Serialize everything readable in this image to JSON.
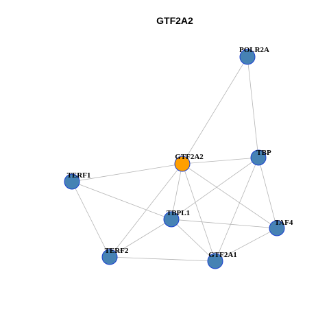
{
  "title": "GTF2A2",
  "colors": {
    "focus_fill": "#ff9f00",
    "node_fill": "#4682b4",
    "node_stroke": "#1a3fd0",
    "edge": "#b4b4b4",
    "background": "#ffffff"
  },
  "nodes": [
    {
      "id": "POLR2A",
      "label": "POLR2A",
      "focus": false
    },
    {
      "id": "GTF2A2",
      "label": "GTF2A2",
      "focus": true
    },
    {
      "id": "TBP",
      "label": "TBP",
      "focus": false
    },
    {
      "id": "TERF1",
      "label": "TERF1",
      "focus": false
    },
    {
      "id": "TBPL1",
      "label": "TBPL1",
      "focus": false
    },
    {
      "id": "TAF4",
      "label": "TAF4",
      "focus": false
    },
    {
      "id": "TERF2",
      "label": "TERF2",
      "focus": false
    },
    {
      "id": "GTF2A1",
      "label": "GTF2A1",
      "focus": false
    }
  ],
  "edges": [
    [
      "POLR2A",
      "GTF2A2"
    ],
    [
      "POLR2A",
      "TBP"
    ],
    [
      "GTF2A2",
      "TBP"
    ],
    [
      "GTF2A2",
      "TERF1"
    ],
    [
      "GTF2A2",
      "TBPL1"
    ],
    [
      "GTF2A2",
      "TAF4"
    ],
    [
      "GTF2A2",
      "TERF2"
    ],
    [
      "GTF2A2",
      "GTF2A1"
    ],
    [
      "TBP",
      "TBPL1"
    ],
    [
      "TBP",
      "TAF4"
    ],
    [
      "TBP",
      "GTF2A1"
    ],
    [
      "TERF1",
      "TBPL1"
    ],
    [
      "TERF1",
      "TERF2"
    ],
    [
      "TBPL1",
      "TAF4"
    ],
    [
      "TBPL1",
      "TERF2"
    ],
    [
      "TBPL1",
      "GTF2A1"
    ],
    [
      "TAF4",
      "GTF2A1"
    ],
    [
      "TERF2",
      "GTF2A1"
    ]
  ]
}
